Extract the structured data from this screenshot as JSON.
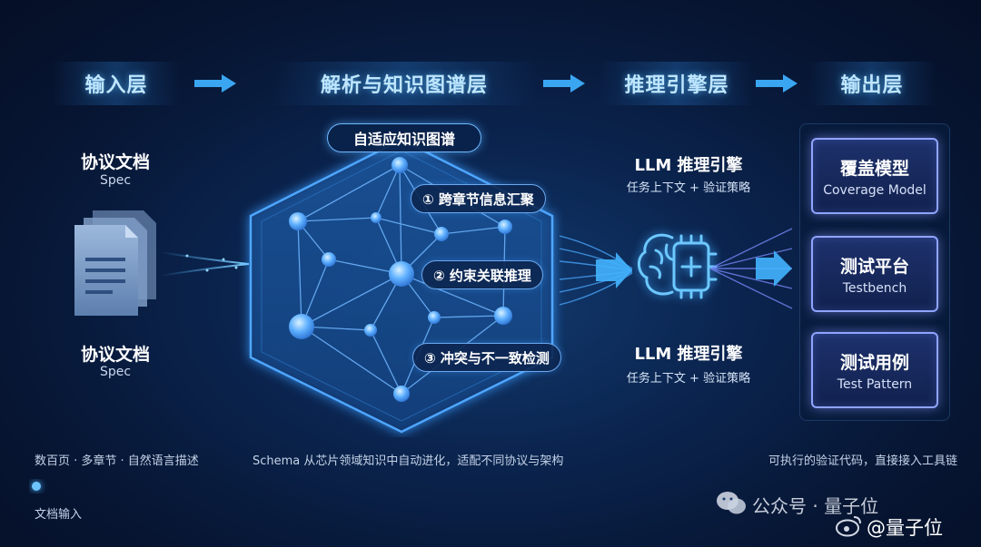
{
  "stages": {
    "input": "输入层",
    "parse": "解析与知识图谱层",
    "reason": "推理引擎层",
    "output": "输出层"
  },
  "input_docs": [
    {
      "title": "协议文档",
      "subtitle": "Spec"
    },
    {
      "title": "协议文档",
      "subtitle": "Spec"
    }
  ],
  "knowledge_graph": {
    "badge": "自适应知识图谱",
    "steps": [
      "① 跨章节信息汇聚",
      "② 约束关联推理",
      "③ 冲突与不一致检测"
    ]
  },
  "engines": [
    {
      "title": "LLM 推理引擎",
      "subtitle": "任务上下文 + 验证策略"
    },
    {
      "title": "LLM 推理引擎",
      "subtitle": "任务上下文 + 验证策略"
    }
  ],
  "outputs": [
    {
      "title": "覆盖模型",
      "subtitle": "Coverage Model"
    },
    {
      "title": "测试平台",
      "subtitle": "Testbench"
    },
    {
      "title": "测试用例",
      "subtitle": "Test Pattern"
    }
  ],
  "captions": {
    "input": "数百页 · 多章节 · 自然语言描述",
    "parse": "Schema 从芯片领域知识中自动进化，适配不同协议与架构",
    "output": "可执行的验证代码，直接接入工具链"
  },
  "timeline": {
    "label": "文档输入"
  },
  "watermark": {
    "wechat": "公众号 · 量子位",
    "weibo": "@量子位"
  },
  "colors": {
    "accent": "#4fb4ff",
    "card_border": "#8fa4ff",
    "background": "#0b2550"
  }
}
